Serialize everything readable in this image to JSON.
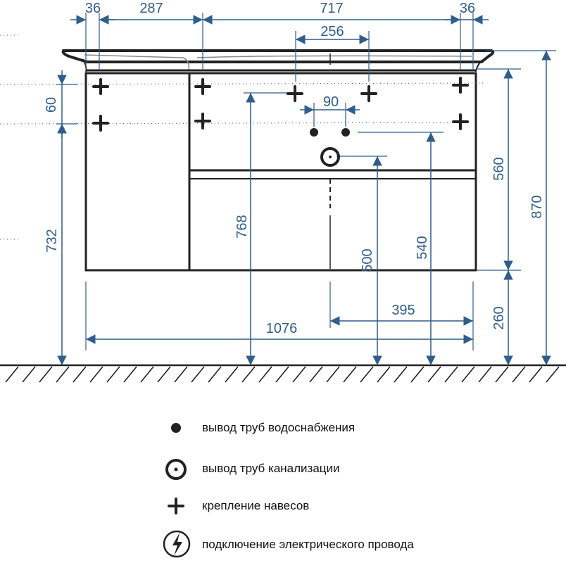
{
  "dimensions": {
    "top_left_36": "36",
    "top_287": "287",
    "top_717": "717",
    "top_right_36": "36",
    "dim_256": "256",
    "dim_90": "90",
    "dim_60": "60",
    "dim_732": "732",
    "dim_768": "768",
    "dim_500": "500",
    "dim_540": "540",
    "dim_560": "560",
    "dim_870": "870",
    "dim_260": "260",
    "dim_395": "395",
    "dim_1076": "1076"
  },
  "legend": {
    "water": "вывод труб водоснабжения",
    "sewer": "вывод труб канализации",
    "mount": "крепление навесов",
    "electric": "подключение электрического провода"
  },
  "colors": {
    "dimension": "#2f5d8c",
    "outline": "#222222"
  }
}
